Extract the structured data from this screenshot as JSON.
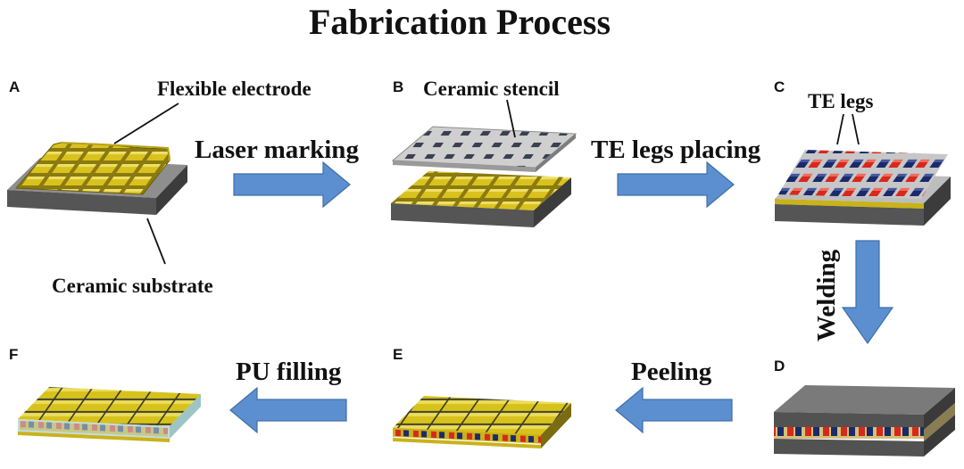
{
  "title": "Fabrication Process",
  "panels": [
    "A",
    "B",
    "C",
    "D",
    "E",
    "F"
  ],
  "labels": {
    "flexible_electrode": "Flexible electrode",
    "ceramic_substrate": "Ceramic substrate",
    "ceramic_stencil": "Ceramic stencil",
    "te_legs": "TE legs"
  },
  "steps": {
    "laser_marking": "Laser marking",
    "te_legs_placing": "TE legs placing",
    "welding": "Welding",
    "peeling": "Peeling",
    "pu_filling": "PU filling"
  },
  "colors": {
    "arrow": "#5b8fd0",
    "arrow_edge": "#3f6fa8",
    "electrode": "#d7c21b",
    "substrate": "#5a5a5a",
    "stencil": "#c8c8c8",
    "p_leg": "#d8281c",
    "n_leg": "#1b2a6b"
  }
}
